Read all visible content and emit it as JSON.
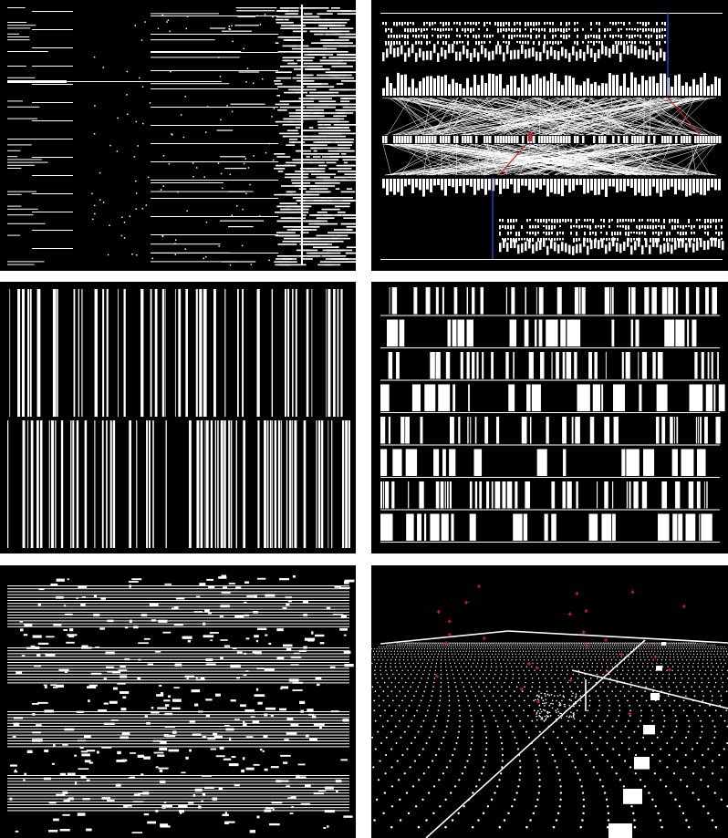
{
  "panels": [
    {
      "id": "p1",
      "style": "sparse-horizontal-lines",
      "seed": 11
    },
    {
      "id": "p2",
      "style": "linked-histograms",
      "seed": 23
    },
    {
      "id": "p3",
      "style": "two-band-barcode",
      "seed": 37
    },
    {
      "id": "p4",
      "style": "multi-row-barcode",
      "seed": 41
    },
    {
      "id": "p5",
      "style": "striped-bands-with-dashes",
      "seed": 53
    },
    {
      "id": "p6",
      "style": "perspective-grid",
      "seed": 67
    }
  ],
  "colors": {
    "background": "#000000",
    "foreground": "#ffffff",
    "accent_red": "#d42020",
    "accent_blue": "#3050ff",
    "gap": "#ffffff"
  }
}
